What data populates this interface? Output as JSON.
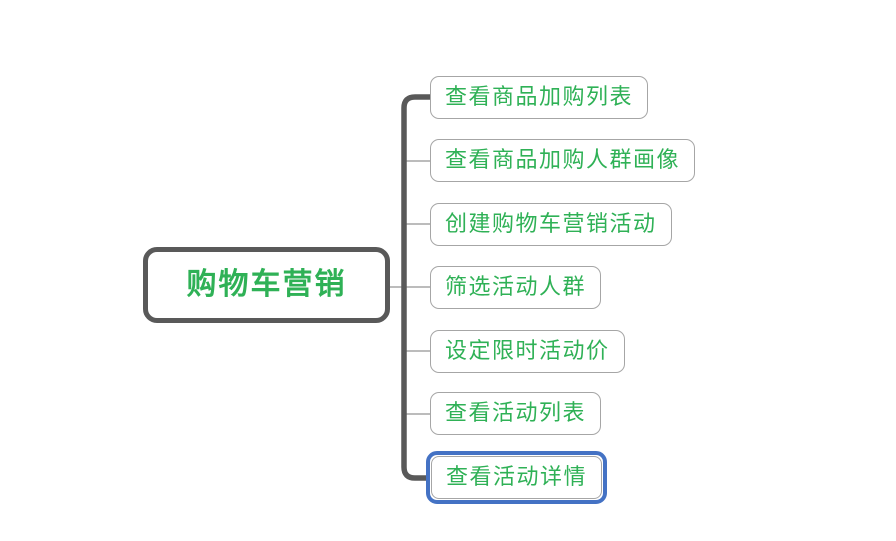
{
  "diagram": {
    "type": "mindmap",
    "root": {
      "label": "购物车营销"
    },
    "children": [
      {
        "label": "查看商品加购列表",
        "selected": false
      },
      {
        "label": "查看商品加购人群画像",
        "selected": false
      },
      {
        "label": "创建购物车营销活动",
        "selected": false
      },
      {
        "label": "筛选活动人群",
        "selected": false
      },
      {
        "label": "设定限时活动价",
        "selected": false
      },
      {
        "label": "查看活动列表",
        "selected": false
      },
      {
        "label": "查看活动详情",
        "selected": true
      }
    ],
    "colors": {
      "node_text_green": "#2FB156",
      "root_border_gray": "#595959",
      "child_border_gray": "#A6A6A6",
      "selection_outline_blue": "#4472C4",
      "background": "#FFFFFF"
    },
    "layout": {
      "branch_trunk": "thick dark-gray vertical trunk right of root, thin gray horizontal branches to each child",
      "legend": "none",
      "grid": "off"
    }
  }
}
